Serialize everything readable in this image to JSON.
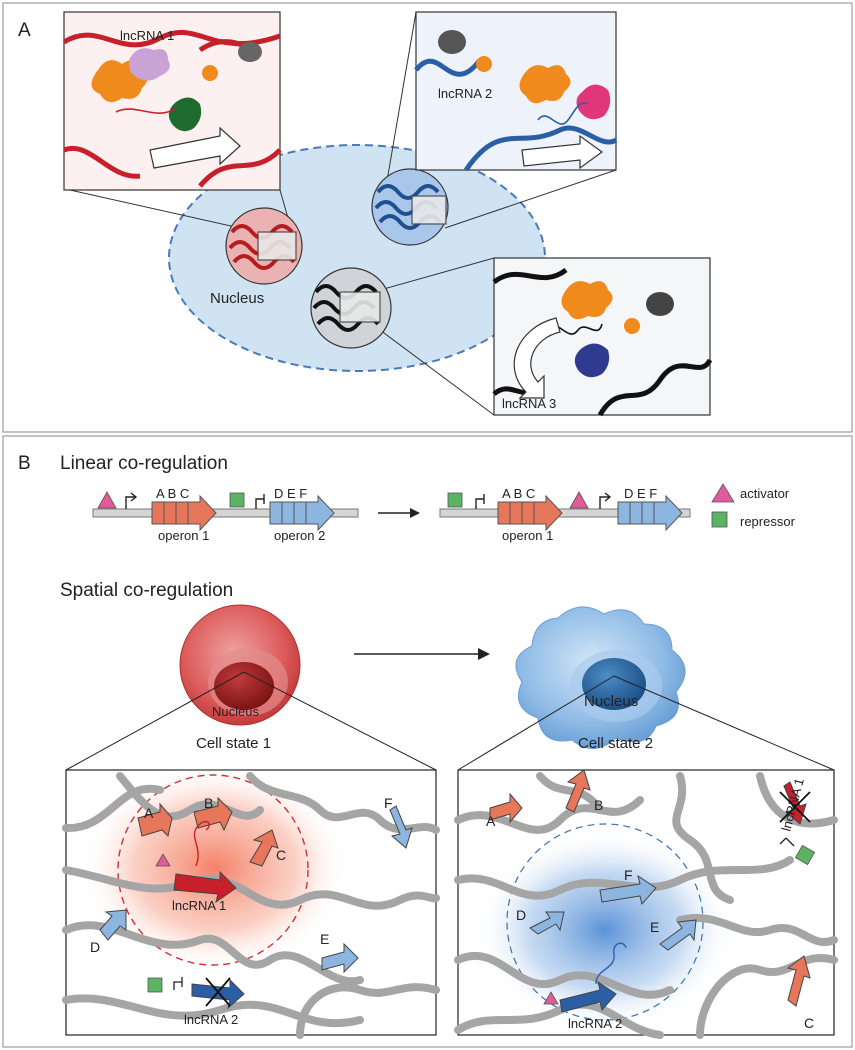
{
  "panel_a": {
    "letter": "A",
    "nucleus_label": "Nucleus",
    "insets": [
      {
        "label": "lncRNA 1"
      },
      {
        "label": "lncRNA 2"
      },
      {
        "label": "lncRNA 3"
      }
    ]
  },
  "panel_b": {
    "letter": "B",
    "linear_title": "Linear co-regulation",
    "spatial_title": "Spatial co-regulation",
    "operon_genes_1": "A B C",
    "operon_genes_2": "D E F",
    "operon_1_label": "operon 1",
    "operon_2_label": "operon 2",
    "legend": {
      "activator": "activator",
      "repressor": "repressor"
    },
    "cell_states": [
      {
        "label": "Cell state 1",
        "nucleus_label": "Nucleus"
      },
      {
        "label": "Cell state 2",
        "nucleus_label": "Nucleus"
      }
    ],
    "state1_genes": {
      "A": "A",
      "B": "B",
      "C": "C",
      "D": "D",
      "E": "E",
      "F": "F",
      "lnc1": "lncRNA 1",
      "lnc2": "lncRNA 2"
    },
    "state2_genes": {
      "A": "A",
      "B": "B",
      "C": "C",
      "D": "D",
      "E": "E",
      "F": "F",
      "lnc1": "lncRNA 1",
      "lnc2": "lncRNA 2"
    }
  },
  "colors": {
    "red": "#c8202b",
    "blue": "#2a5fa6",
    "orange": "#f08a1c",
    "salmon": "#e7775a",
    "lightblue": "#8cb6e0",
    "magenta": "#e15a9a",
    "green": "#5bb463",
    "nucleus_fill": "#cfe3f3"
  }
}
